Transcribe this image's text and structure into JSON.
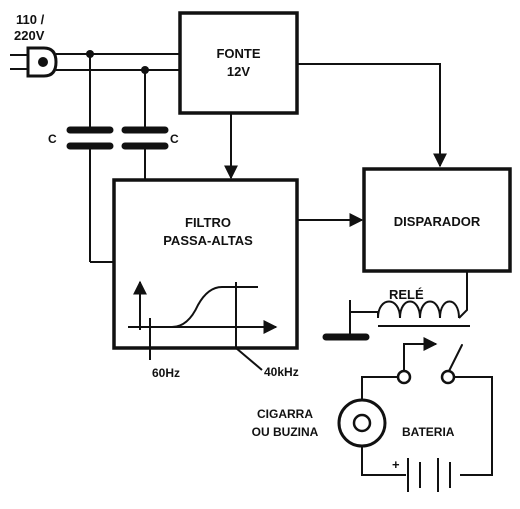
{
  "mains_label": [
    "110 /",
    "220V"
  ],
  "capacitors": [
    "C",
    "C"
  ],
  "blocks": {
    "fonte": [
      "FONTE",
      "12V"
    ],
    "filtro": [
      "FILTRO",
      "PASSA-ALTAS"
    ],
    "disparador": [
      "DISPARADOR"
    ]
  },
  "filter_graph": {
    "low_cutoff": "60Hz",
    "high_cutoff": "40kHz"
  },
  "relay_label": "RELÉ",
  "load_label": [
    "CIGARRA",
    "OU BUZINA"
  ],
  "battery_label": "BATERIA",
  "battery_polarity": "+"
}
